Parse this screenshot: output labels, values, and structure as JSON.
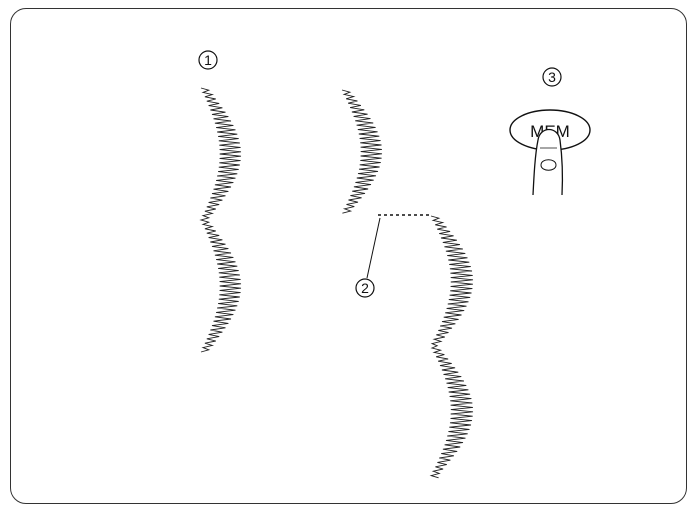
{
  "callouts": {
    "one": "1",
    "two": "2",
    "three": "3"
  },
  "mem_button": {
    "label": "MEM"
  },
  "stitch_color": "#222222",
  "frame_color": "#333333"
}
